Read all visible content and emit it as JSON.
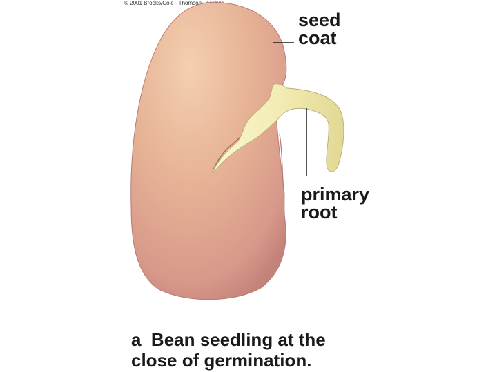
{
  "copyright": "© 2001 Brooks/Cole - Thomson Learning",
  "labels": {
    "seed_coat": [
      "seed",
      "coat"
    ],
    "primary_root": [
      "primary",
      "root"
    ]
  },
  "caption": {
    "letter": "a",
    "line1": "Bean seedling at the",
    "line2": "close of germination."
  },
  "colors": {
    "seed_coat": "#e7b396",
    "seed_coat_shadow": "#c9867c",
    "root": "#f3ecb4",
    "root_edge": "#b9b07c",
    "leader_line": "#1a1a1a"
  }
}
